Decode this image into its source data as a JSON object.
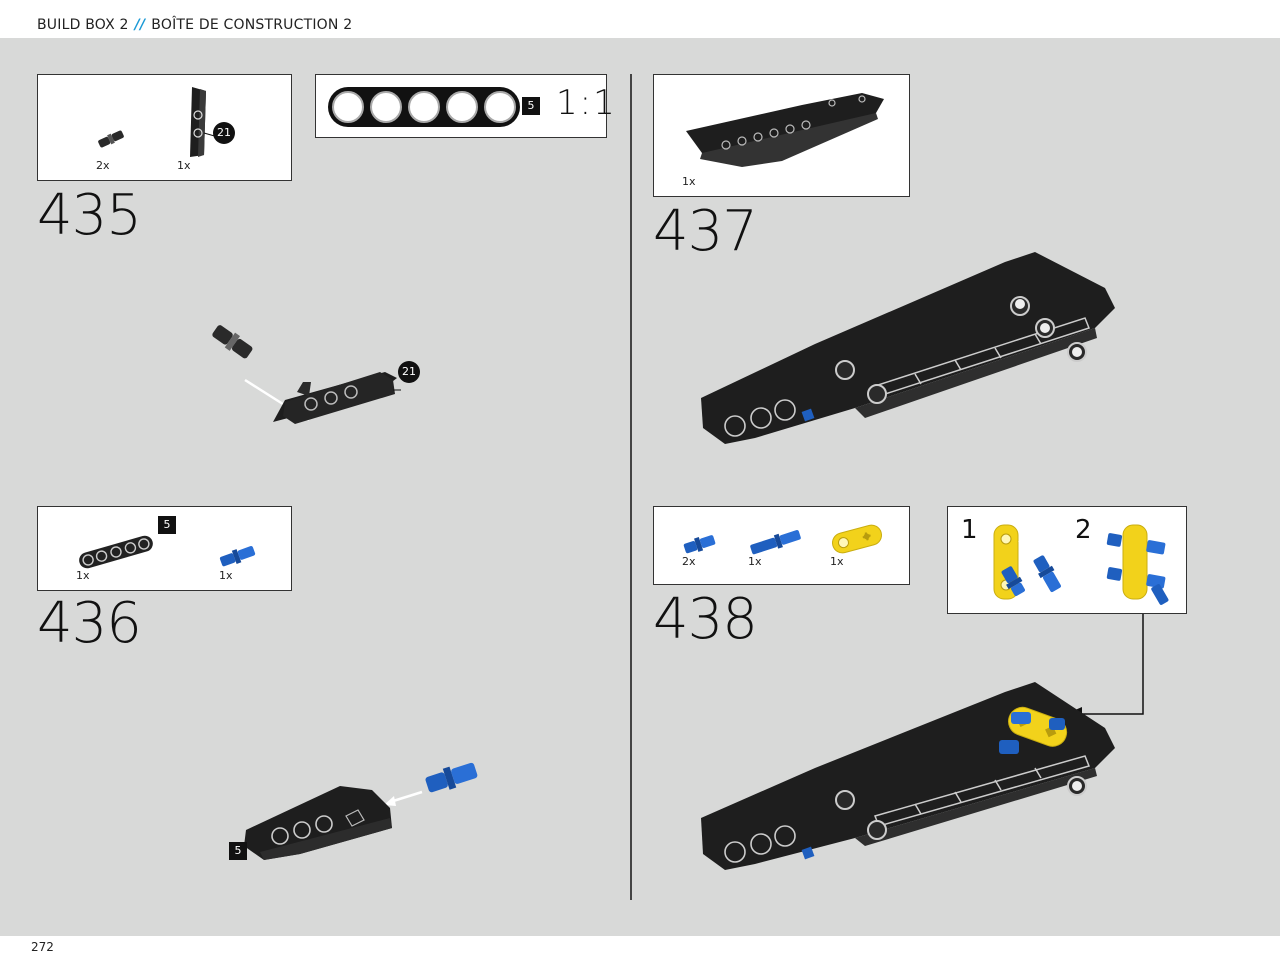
{
  "header": {
    "left": "BUILD BOX 2",
    "sep": "//",
    "right": "BOÎTE DE CONSTRUCTION 2"
  },
  "page_number": "272",
  "steps": [
    {
      "number": "435",
      "parts": [
        {
          "qty": "2x"
        },
        {
          "qty": "1x",
          "callout": "21"
        }
      ],
      "assembly_callout": "21"
    },
    {
      "number": "436",
      "parts": [
        {
          "qty": "1x",
          "badge": "5"
        },
        {
          "qty": "1x"
        }
      ],
      "assembly_badge": "5"
    },
    {
      "number": "437",
      "parts": [
        {
          "qty": "1x"
        }
      ]
    },
    {
      "number": "438",
      "parts": [
        {
          "qty": "2x"
        },
        {
          "qty": "1x"
        },
        {
          "qty": "1x"
        }
      ],
      "substeps": [
        "1",
        "2"
      ]
    }
  ],
  "scale_box": {
    "badge": "5",
    "ratio": "1:1"
  },
  "colors": {
    "accent": "#1b9ad6",
    "background": "#d8d9d8",
    "part_black": "#1e1e1e",
    "part_blue": "#1f5fbf",
    "part_yellow": "#f2d21b"
  }
}
